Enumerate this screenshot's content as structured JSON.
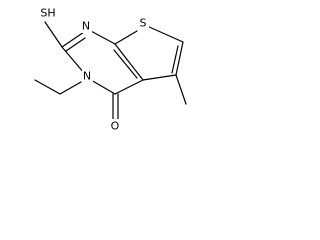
{
  "molecule": {
    "atoms": {
      "sh": "SH",
      "n_upper": "N",
      "s_ring": "S",
      "n_lower": "N",
      "o_carbonyl": "O"
    }
  }
}
